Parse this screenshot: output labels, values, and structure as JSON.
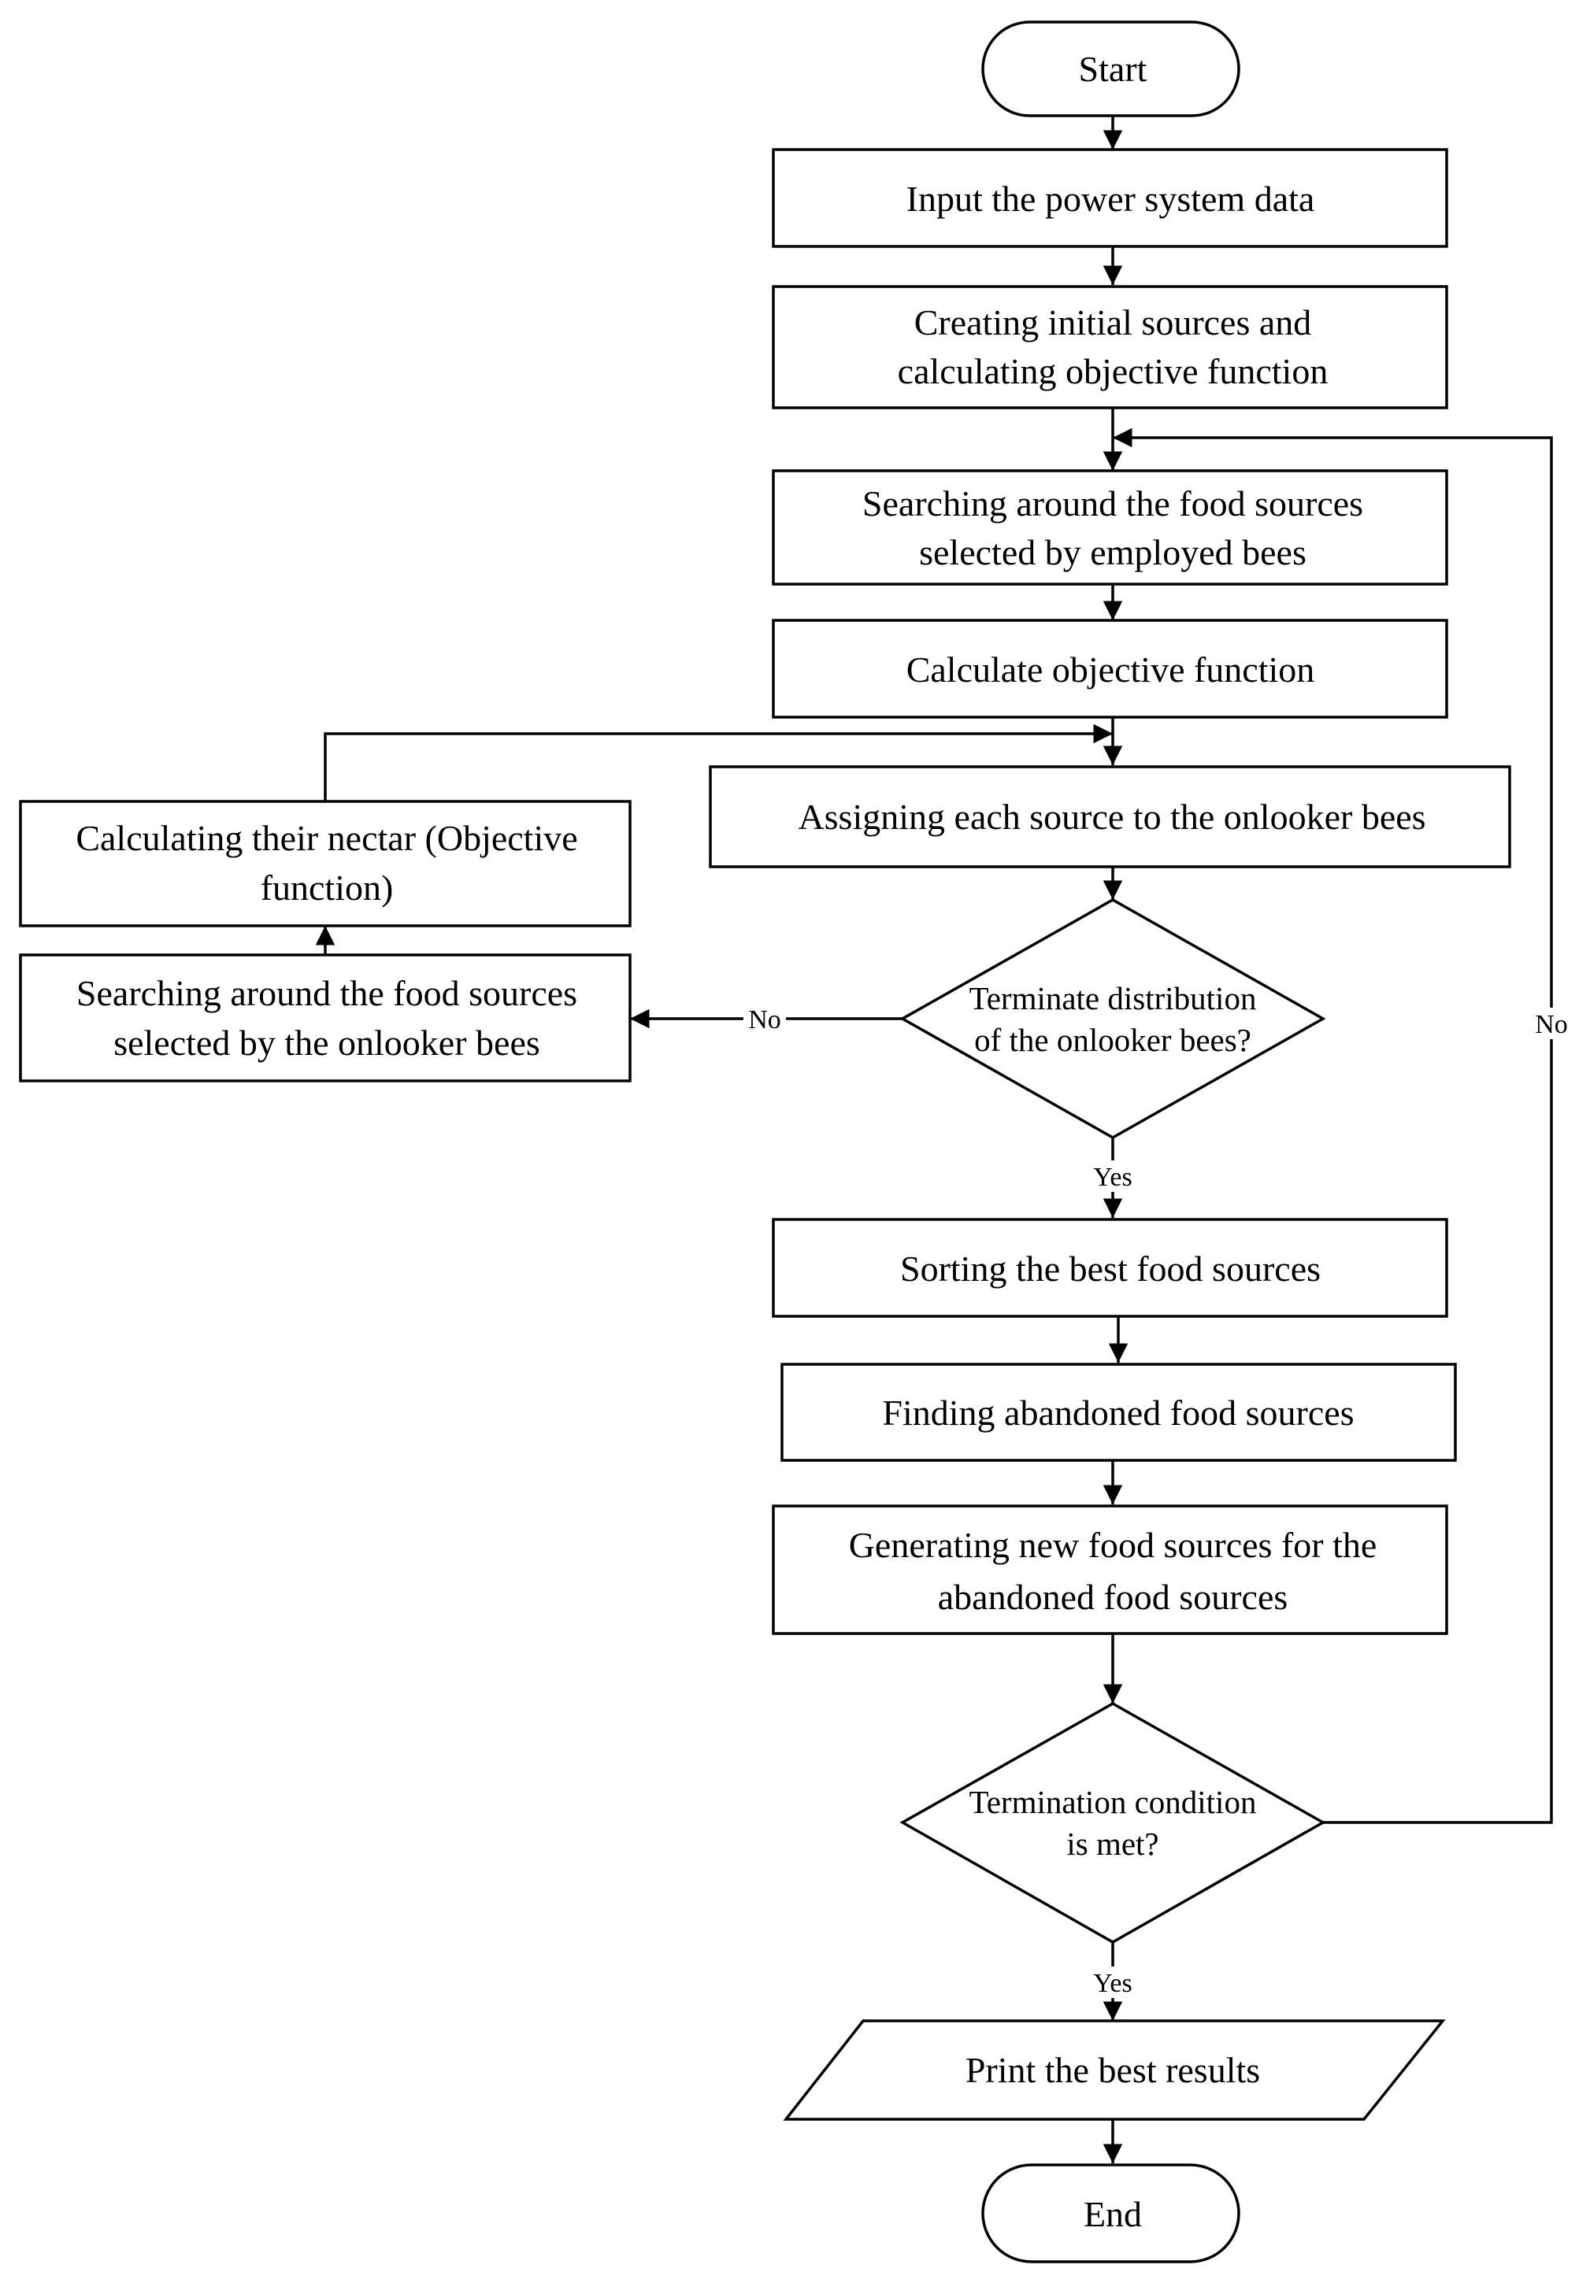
{
  "nodes": {
    "start": "Start",
    "input": "Input the power system data",
    "create_line1": "Creating initial sources and",
    "create_line2": "calculating objective function",
    "search_emp_line1": "Searching around the food sources",
    "search_emp_line2": "selected by employed bees",
    "calc_obj": "Calculate objective function",
    "assign": "Assigning each source to the onlooker bees",
    "dec1_line1": "Terminate distribution",
    "dec1_line2": "of the onlooker bees?",
    "nectar_line1": "Calculating their nectar (Objective",
    "nectar_line2": "function)",
    "search_onl_line1": "Searching around the food sources",
    "search_onl_line2": "selected by the onlooker bees",
    "sort": "Sorting the best food sources",
    "find": "Finding abandoned food sources",
    "gen_line1": "Generating new food sources for the",
    "gen_line2": "abandoned food sources",
    "dec2_line1": "Termination condition",
    "dec2_line2": "is met?",
    "print": "Print the best results",
    "end": "End"
  },
  "edges": {
    "dec1_no": "No",
    "dec1_yes": "Yes",
    "dec2_no": "No",
    "dec2_yes": "Yes"
  },
  "colors": {
    "stroke": "#000000",
    "fill": "#ffffff"
  }
}
